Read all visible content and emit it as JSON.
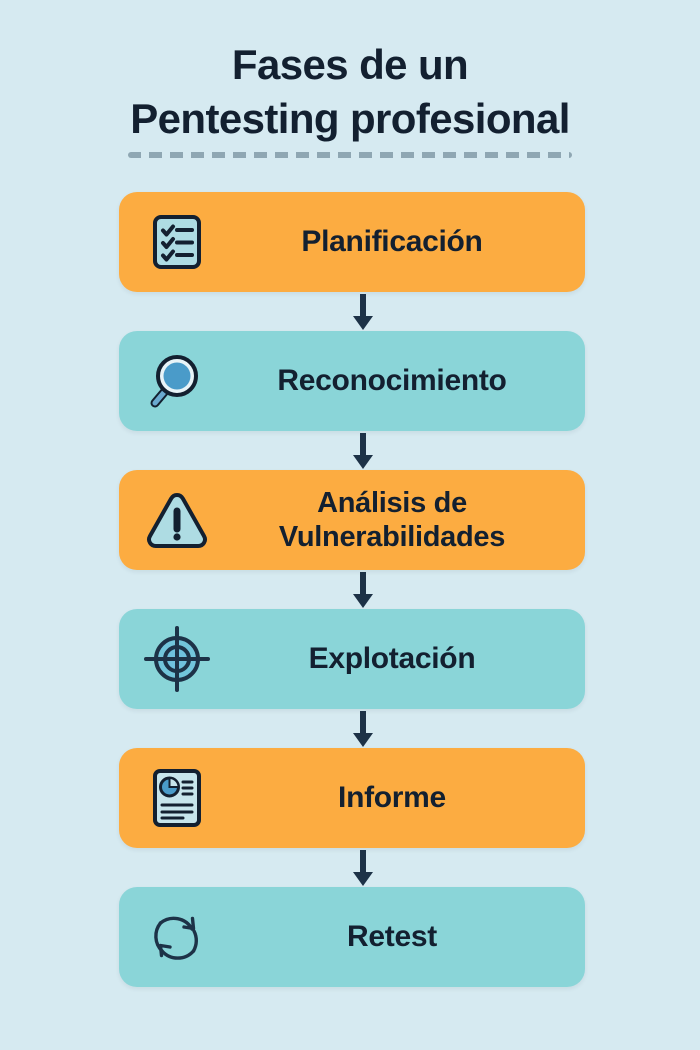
{
  "title": {
    "line1": "Fases de un",
    "line2": "Pentesting profesional"
  },
  "colors": {
    "background": "#d6eaf1",
    "orange_card": "#fcac41",
    "teal_card": "#8ad5d8",
    "text_dark": "#132030",
    "icon_fill_light": "#aedce3",
    "icon_accent_blue": "#4a9bc9",
    "divider": "#8fa7b3",
    "arrow": "#1d3247"
  },
  "divider": {
    "name": "dashed-divider"
  },
  "steps": [
    {
      "index": 1,
      "label": "Planificación",
      "color": "orange",
      "icon": "checklist-clipboard-icon",
      "lines": 1
    },
    {
      "index": 2,
      "label": "Reconocimiento",
      "color": "teal",
      "icon": "magnifying-glass-icon",
      "lines": 1
    },
    {
      "index": 3,
      "label": "Análisis de\nVulnerabilidades",
      "color": "orange",
      "icon": "warning-triangle-icon",
      "lines": 2
    },
    {
      "index": 4,
      "label": "Explotación",
      "color": "teal",
      "icon": "crosshair-target-icon",
      "lines": 1
    },
    {
      "index": 5,
      "label": "Informe",
      "color": "orange",
      "icon": "report-document-icon",
      "lines": 1
    },
    {
      "index": 6,
      "label": "Retest",
      "color": "teal",
      "icon": "refresh-cycle-icon",
      "lines": 1
    }
  ],
  "arrows": [
    {
      "name": "arrow-step1-to-step2",
      "direction": "down"
    },
    {
      "name": "arrow-step2-to-step3",
      "direction": "down"
    },
    {
      "name": "arrow-step3-to-step4",
      "direction": "down"
    },
    {
      "name": "arrow-step4-to-step5",
      "direction": "down"
    },
    {
      "name": "arrow-step5-to-step6",
      "direction": "down"
    }
  ]
}
